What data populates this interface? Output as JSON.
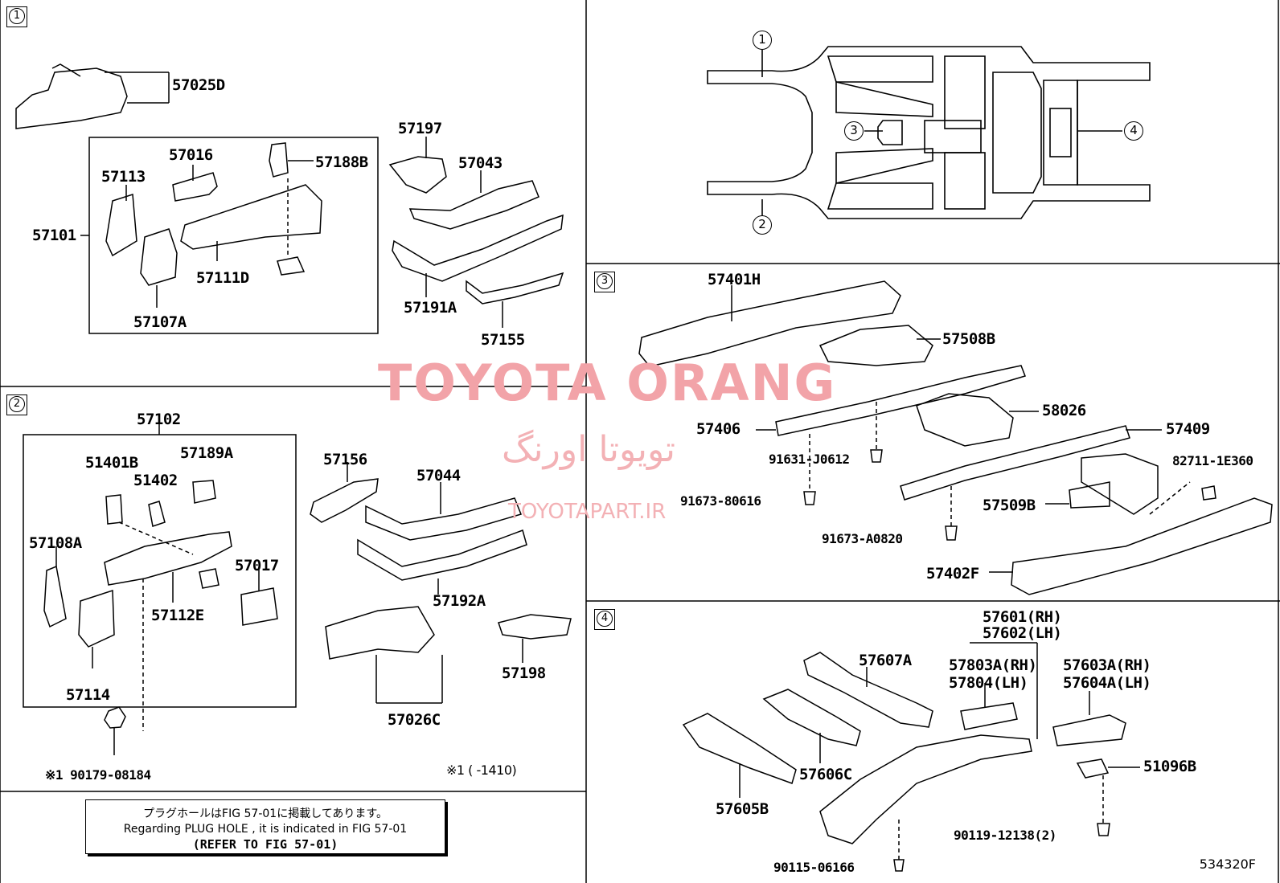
{
  "sections": {
    "s1": "1",
    "s2": "2",
    "s3": "3",
    "s4": "4"
  },
  "overview_callouts": {
    "c1": "1",
    "c2": "2",
    "c3": "3",
    "c4": "4"
  },
  "parts": {
    "p57025D": "57025D",
    "p57016": "57016",
    "p57188B": "57188B",
    "p57113": "57113",
    "p57101": "57101",
    "p57111D": "57111D",
    "p57107A": "57107A",
    "p57197": "57197",
    "p57043": "57043",
    "p57191A": "57191A",
    "p57155": "57155",
    "p57102": "57102",
    "p51401B": "51401B",
    "p57189A": "57189A",
    "p51402": "51402",
    "p57108A": "57108A",
    "p57017": "57017",
    "p57112E": "57112E",
    "p57114": "57114",
    "p90179": "※1 90179-08184",
    "p57156": "57156",
    "p57044": "57044",
    "p57192A": "57192A",
    "p57198": "57198",
    "p57026C": "57026C",
    "p_range": "※1 (       -1410)",
    "p57401H": "57401H",
    "p57508B": "57508B",
    "p58026": "58026",
    "p57406": "57406",
    "p57409": "57409",
    "p91631": "91631-J0612",
    "p82711": "82711-1E360",
    "p91673_80616": "91673-80616",
    "p57509B": "57509B",
    "p91673_A0820": "91673-A0820",
    "p57402F": "57402F",
    "p57601": "57601(RH)",
    "p57602": "57602(LH)",
    "p57607A": "57607A",
    "p57803A": "57803A(RH)",
    "p57804": "57804(LH)",
    "p57603A": "57603A(RH)",
    "p57604A": "57604A(LH)",
    "p57606C": "57606C",
    "p51096B": "51096B",
    "p57605B": "57605B",
    "p90119": "90119-12138(2)",
    "p90115": "90115-06166"
  },
  "watermark": {
    "brand": "TOYOTA ORANG",
    "brand_fa": "تويوتا اورنگ",
    "site": "TOYOTAPART.IR"
  },
  "note": {
    "jp": "プラグホールはFIG 57-01に掲載してあります。",
    "en": "Regarding  PLUG  HOLE , it is indicated in FIG  57-01",
    "ref": "(REFER TO FIG 57-01)"
  },
  "figure_id": "534320F"
}
